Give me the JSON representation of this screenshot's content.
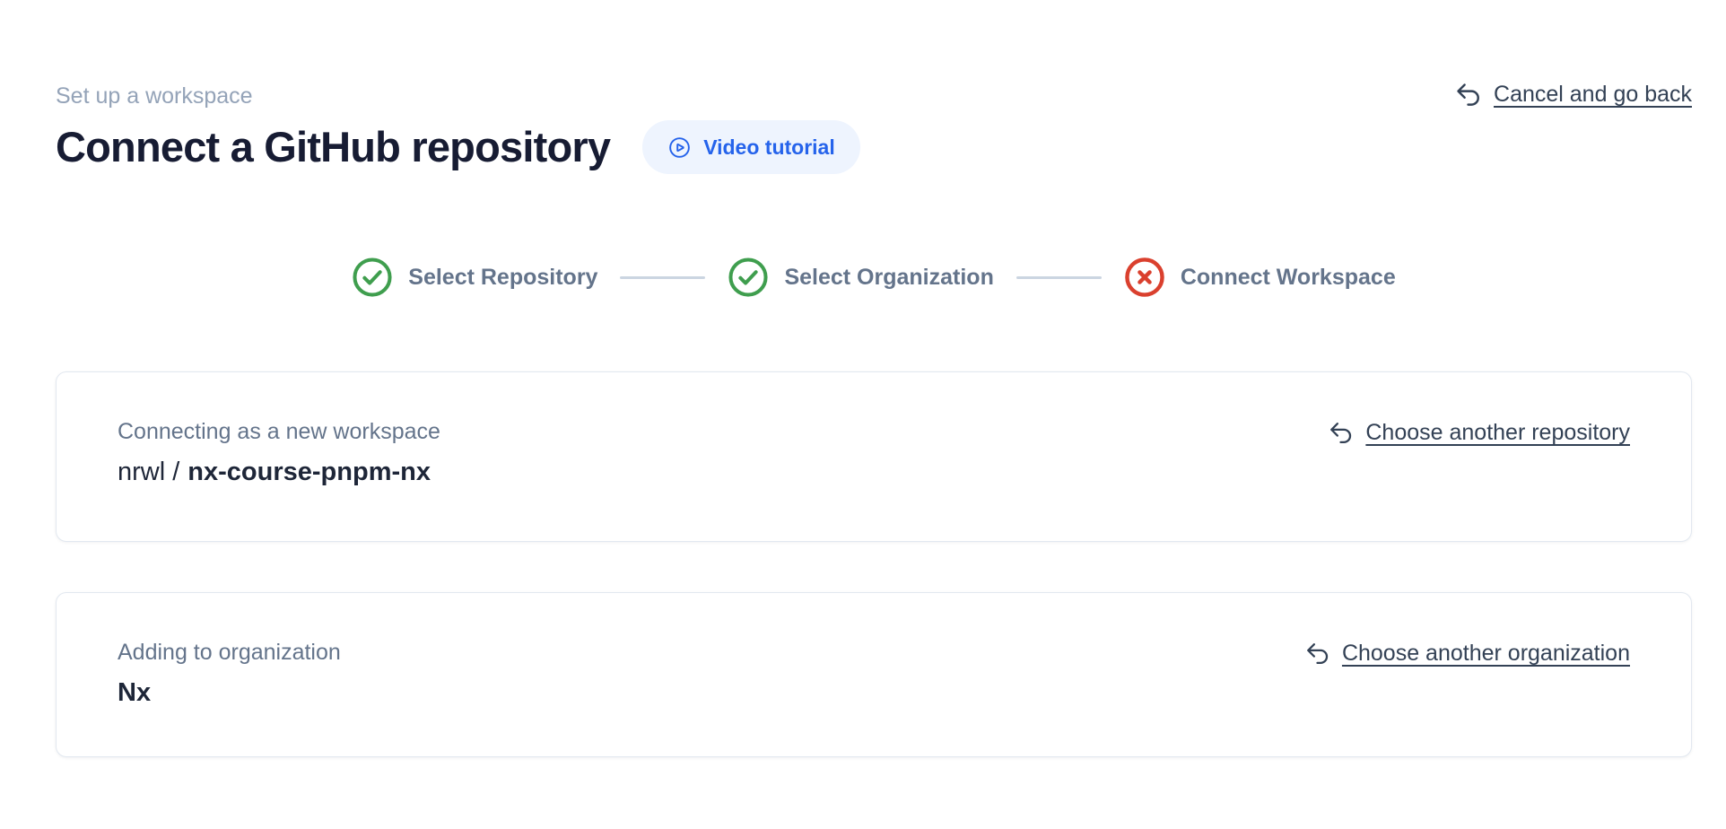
{
  "header": {
    "eyebrow": "Set up a workspace",
    "title": "Connect a GitHub repository",
    "video_button": "Video tutorial",
    "cancel_link": "Cancel and go back"
  },
  "stepper": {
    "steps": [
      {
        "label": "Select Repository",
        "status": "complete"
      },
      {
        "label": "Select Organization",
        "status": "complete"
      },
      {
        "label": "Connect Workspace",
        "status": "error"
      }
    ]
  },
  "cards": {
    "repository": {
      "label": "Connecting as a new workspace",
      "owner": "nrwl /",
      "repo": "nx-course-pnpm-nx",
      "link": "Choose another repository"
    },
    "organization": {
      "label": "Adding to organization",
      "name": "Nx",
      "link": "Choose another organization"
    }
  },
  "colors": {
    "accent_blue": "#2563eb",
    "video_pill_bg": "#eef4fe",
    "success_green": "#3f9e4e",
    "error_red": "#da402e",
    "connector_gray": "#cbd5e1"
  }
}
